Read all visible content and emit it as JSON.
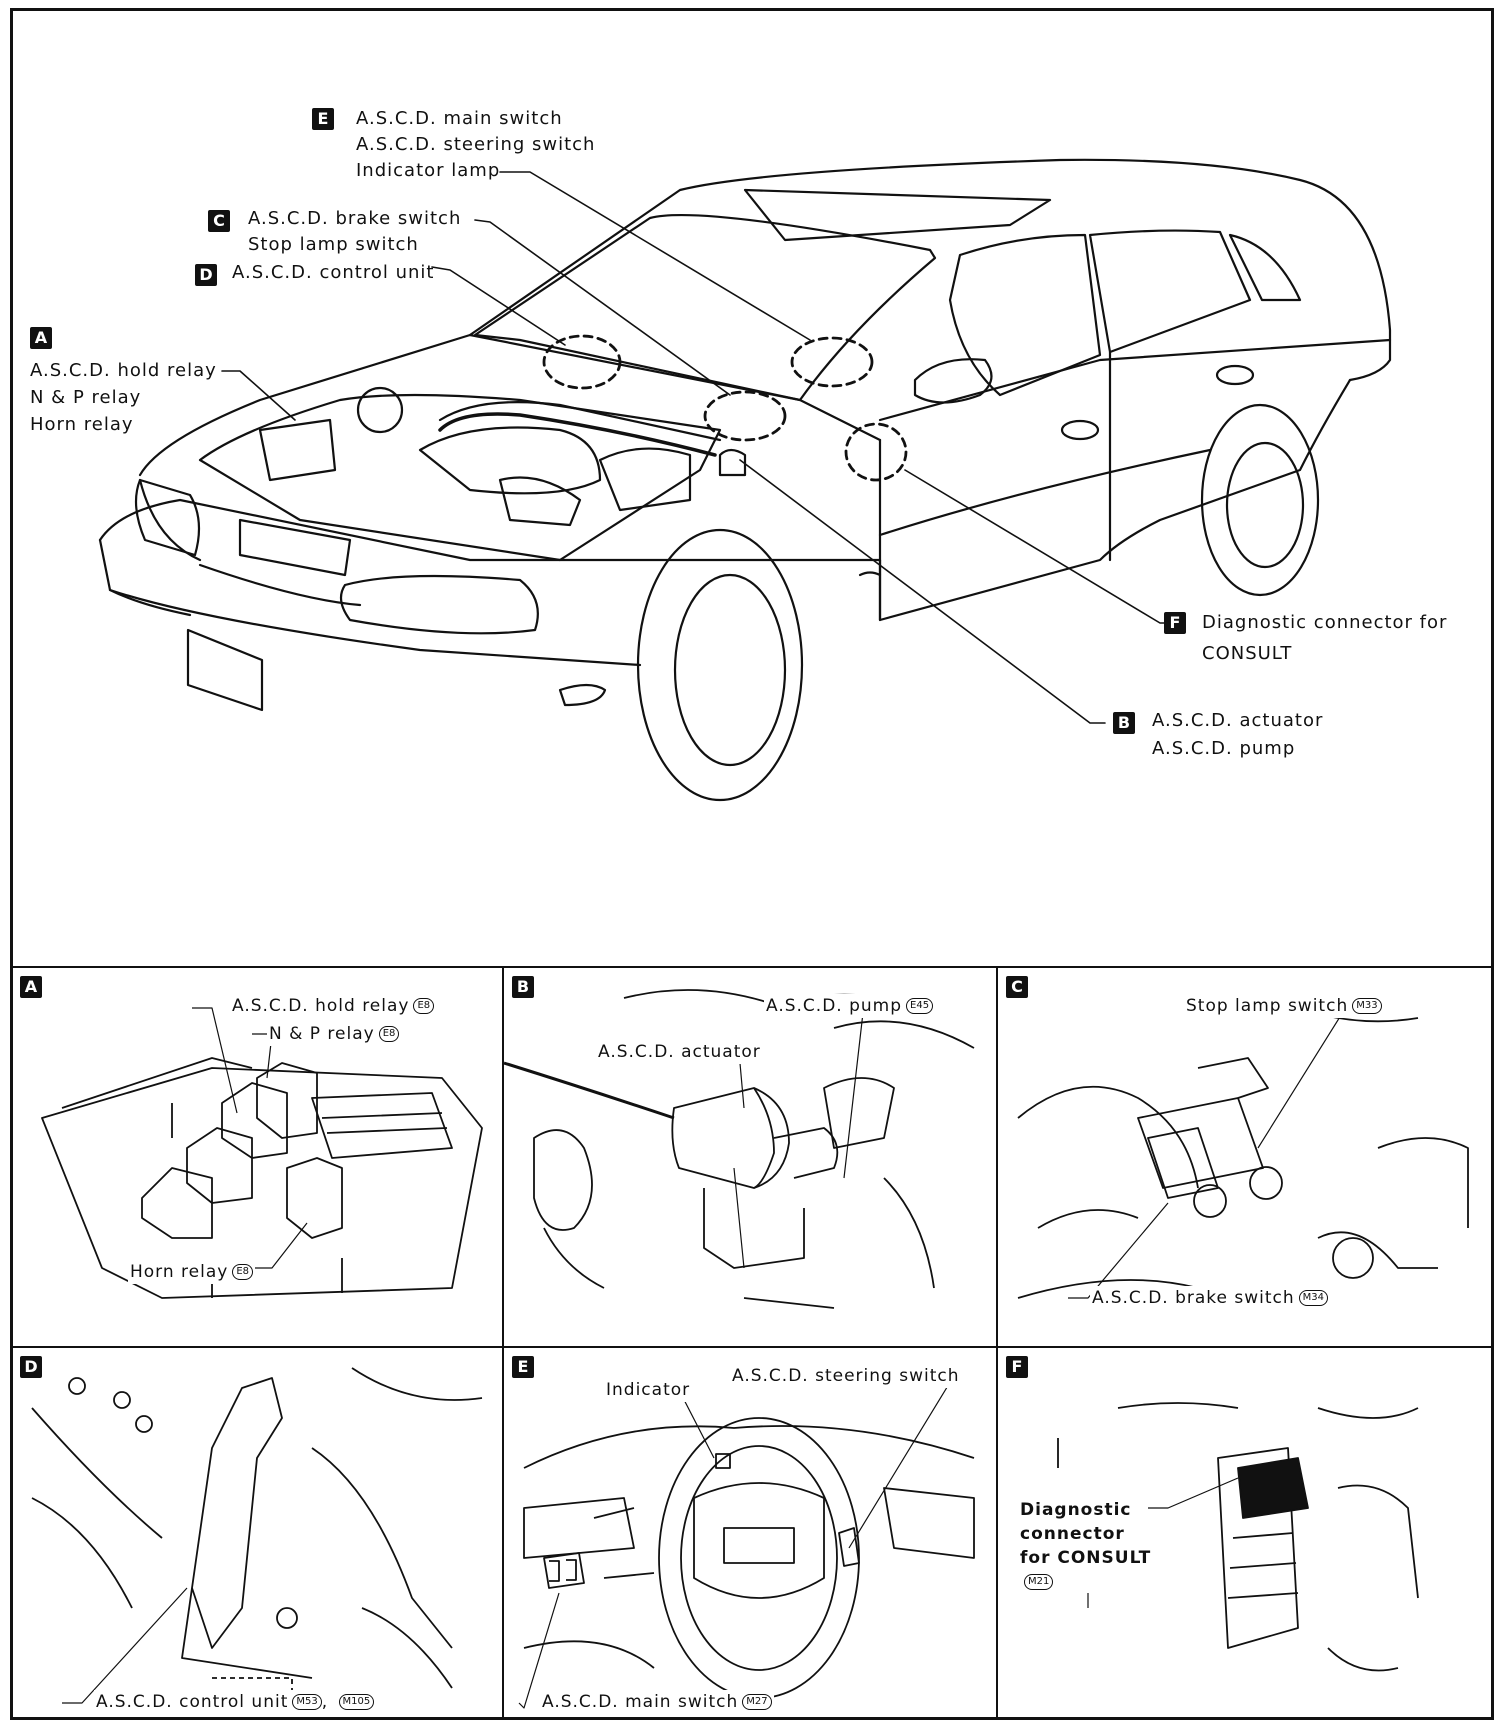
{
  "main": {
    "E": {
      "letter": "E",
      "lines": [
        "A.S.C.D. main switch",
        "A.S.C.D. steering switch",
        "Indicator lamp"
      ]
    },
    "C": {
      "letter": "C",
      "lines": [
        "A.S.C.D. brake switch",
        "Stop lamp switch"
      ]
    },
    "D": {
      "letter": "D",
      "lines": [
        "A.S.C.D. control unit"
      ]
    },
    "A": {
      "letter": "A",
      "lines": [
        "A.S.C.D. hold relay",
        "N & P relay",
        "Horn relay"
      ]
    },
    "F": {
      "letter": "F",
      "lines": [
        "Diagnostic connector for",
        "CONSULT"
      ]
    },
    "B": {
      "letter": "B",
      "lines": [
        "A.S.C.D. actuator",
        "A.S.C.D. pump"
      ]
    }
  },
  "panels": {
    "A": {
      "letter": "A",
      "hold_relay": "A.S.C.D. hold relay",
      "hold_relay_conn": "E8",
      "np_relay": "N & P relay",
      "np_relay_conn": "E8",
      "horn_relay": "Horn relay",
      "horn_relay_conn": "E8"
    },
    "B": {
      "letter": "B",
      "pump": "A.S.C.D. pump",
      "pump_conn": "E45",
      "actuator": "A.S.C.D. actuator"
    },
    "C": {
      "letter": "C",
      "stop_lamp": "Stop lamp switch",
      "stop_lamp_conn": "M33",
      "brake_switch": "A.S.C.D. brake switch",
      "brake_switch_conn": "M34"
    },
    "D": {
      "letter": "D",
      "control_unit": "A.S.C.D. control unit",
      "control_unit_conn1": "M53",
      "control_unit_conn2": "M105"
    },
    "E": {
      "letter": "E",
      "indicator": "Indicator",
      "steering_switch": "A.S.C.D. steering switch",
      "main_switch": "A.S.C.D. main switch",
      "main_switch_conn": "M27"
    },
    "F": {
      "letter": "F",
      "diag_line1": "Diagnostic",
      "diag_line2": "connector",
      "diag_line3": "for CONSULT",
      "diag_conn": "M21"
    }
  }
}
